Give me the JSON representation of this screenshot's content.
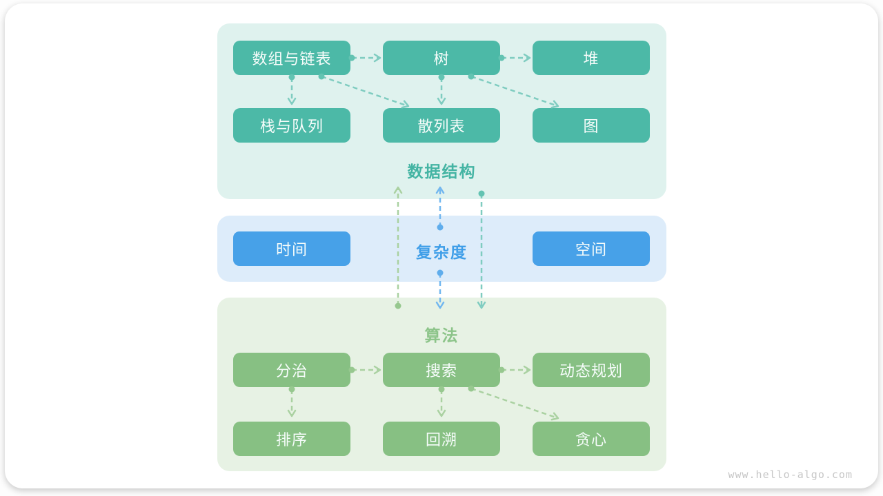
{
  "diagram": {
    "data_structures": {
      "label": "数据结构",
      "row1": [
        "数组与链表",
        "树",
        "堆"
      ],
      "row2": [
        "栈与队列",
        "散列表",
        "图"
      ]
    },
    "complexity": {
      "label": "复杂度",
      "left_box": "时间",
      "right_box": "空间"
    },
    "algorithms": {
      "label": "算法",
      "row1": [
        "分治",
        "搜索",
        "动态规划"
      ],
      "row2": [
        "排序",
        "回溯",
        "贪心"
      ]
    },
    "edges": [
      {
        "from": "数组与链表",
        "to": "树"
      },
      {
        "from": "树",
        "to": "堆"
      },
      {
        "from": "数组与链表",
        "to": "栈与队列"
      },
      {
        "from": "数组与链表",
        "to": "散列表"
      },
      {
        "from": "树",
        "to": "散列表"
      },
      {
        "from": "树",
        "to": "图"
      },
      {
        "from": "算法",
        "to": "数据结构"
      },
      {
        "from": "复杂度",
        "to": "数据结构"
      },
      {
        "from": "复杂度",
        "to": "算法"
      },
      {
        "from": "数据结构",
        "to": "算法"
      },
      {
        "from": "分治",
        "to": "搜索"
      },
      {
        "from": "搜索",
        "to": "动态规划"
      },
      {
        "from": "分治",
        "to": "排序"
      },
      {
        "from": "搜索",
        "to": "回溯"
      },
      {
        "from": "搜索",
        "to": "贪心"
      }
    ]
  },
  "watermark": "www.hello-algo.com",
  "colors": {
    "ds_bg": "#dff2ee",
    "ds_box": "#4cb9a7",
    "ds_label": "#44b4a3",
    "cx_bg": "#ddecfa",
    "cx_box": "#47a1e8",
    "cx_label": "#3f9ee8",
    "al_bg": "#e7f2e4",
    "al_box": "#87c083",
    "al_label": "#8cc489",
    "arrow_teal": "#7fccc0",
    "arrow_green": "#aad1a1",
    "arrow_blue": "#72b7ef",
    "watermark": "#c6c6c6"
  }
}
